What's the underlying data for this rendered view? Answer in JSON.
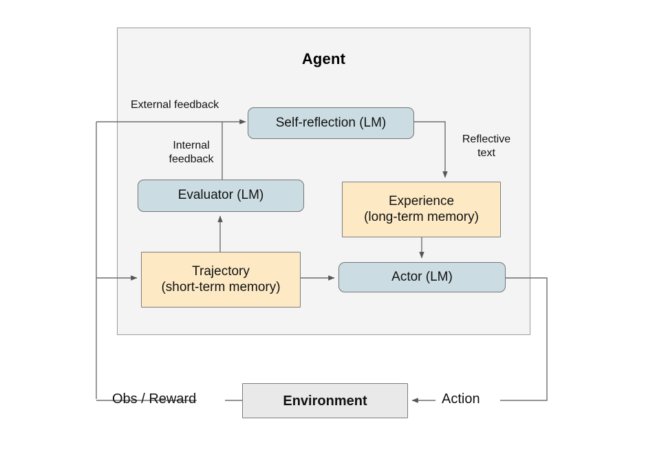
{
  "diagram": {
    "title": "Agent",
    "type": "architecture-flow-diagram",
    "colors": {
      "panel_fill": "#f4f4f4",
      "panel_border": "#9b9b9b",
      "lm_node_fill": "#cbdde2",
      "memory_node_fill": "#fdeac5",
      "environment_fill": "#e9e9e9",
      "node_border": "#737373",
      "edge_stroke": "#666666",
      "text": "#111111"
    },
    "nodes": [
      {
        "id": "agent",
        "label": "Agent",
        "kind": "container",
        "fill": "#f4f4f4"
      },
      {
        "id": "self-reflection",
        "label": "Self-reflection (LM)",
        "line1": "Self-reflection (LM)",
        "line2": "",
        "kind": "language-model",
        "fill": "#cbdde2"
      },
      {
        "id": "evaluator",
        "label": "Evaluator (LM)",
        "line1": "Evaluator (LM)",
        "line2": "",
        "kind": "language-model",
        "fill": "#cbdde2"
      },
      {
        "id": "experience",
        "label": "Experience (long-term memory)",
        "line1": "Experience",
        "line2": "(long-term memory)",
        "kind": "memory",
        "fill": "#fdeac5"
      },
      {
        "id": "trajectory",
        "label": "Trajectory (short-term memory)",
        "line1": "Trajectory",
        "line2": "(short-term memory)",
        "kind": "memory",
        "fill": "#fdeac5"
      },
      {
        "id": "actor",
        "label": "Actor (LM)",
        "line1": "Actor (LM)",
        "line2": "",
        "kind": "language-model",
        "fill": "#cbdde2"
      },
      {
        "id": "environment",
        "label": "Environment",
        "line1": "Environment",
        "line2": "",
        "kind": "external",
        "fill": "#e9e9e9"
      }
    ],
    "edge_labels": {
      "external_feedback": "External feedback",
      "internal_feedback_line1": "Internal",
      "internal_feedback_line2": "feedback",
      "reflective_text_line1": "Reflective",
      "reflective_text_line2": "text",
      "obs_reward": "Obs / Reward",
      "action": "Action"
    },
    "edges": [
      {
        "from": "environment",
        "to": "self-reflection",
        "label": "External feedback"
      },
      {
        "from": "evaluator",
        "to": "self-reflection",
        "label": "Internal feedback"
      },
      {
        "from": "self-reflection",
        "to": "experience",
        "label": "Reflective text"
      },
      {
        "from": "trajectory",
        "to": "evaluator",
        "label": ""
      },
      {
        "from": "trajectory",
        "to": "actor",
        "label": ""
      },
      {
        "from": "experience",
        "to": "actor",
        "label": ""
      },
      {
        "from": "environment",
        "to": "trajectory",
        "label": "Obs / Reward"
      },
      {
        "from": "actor",
        "to": "environment",
        "label": "Action"
      }
    ]
  }
}
